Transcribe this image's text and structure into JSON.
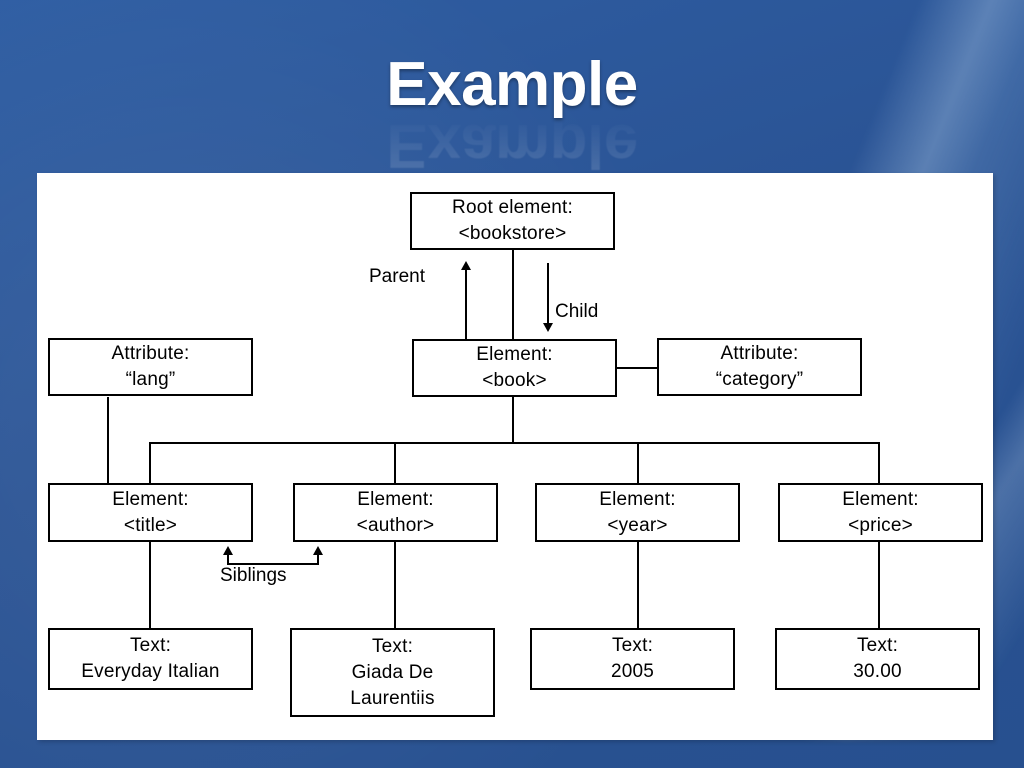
{
  "slide": {
    "title": "Example",
    "background_color": "#2b5699",
    "panel_color": "#ffffff"
  },
  "diagram": {
    "type": "tree",
    "nodes": [
      {
        "id": "root",
        "line1": "Root element:",
        "line2": "<bookstore>"
      },
      {
        "id": "book",
        "line1": "Element:",
        "line2": "<book>"
      },
      {
        "id": "attr_lang",
        "line1": "Attribute:",
        "line2": "“lang”"
      },
      {
        "id": "attr_cat",
        "line1": "Attribute:",
        "line2": "“category”"
      },
      {
        "id": "el_title",
        "line1": "Element:",
        "line2": "<title>"
      },
      {
        "id": "el_author",
        "line1": "Element:",
        "line2": "<author>"
      },
      {
        "id": "el_year",
        "line1": "Element:",
        "line2": "<year>"
      },
      {
        "id": "el_price",
        "line1": "Element:",
        "line2": "<price>"
      },
      {
        "id": "tx_title",
        "line1": "Text:",
        "line2": "Everyday Italian"
      },
      {
        "id": "tx_author",
        "line1": "Text:",
        "line2": "Giada De",
        "line3": "Laurentiis"
      },
      {
        "id": "tx_year",
        "line1": "Text:",
        "line2": "2005"
      },
      {
        "id": "tx_price",
        "line1": "Text:",
        "line2": "30.00"
      }
    ],
    "annotations": {
      "parent": "Parent",
      "child": "Child",
      "siblings": "Siblings"
    }
  }
}
